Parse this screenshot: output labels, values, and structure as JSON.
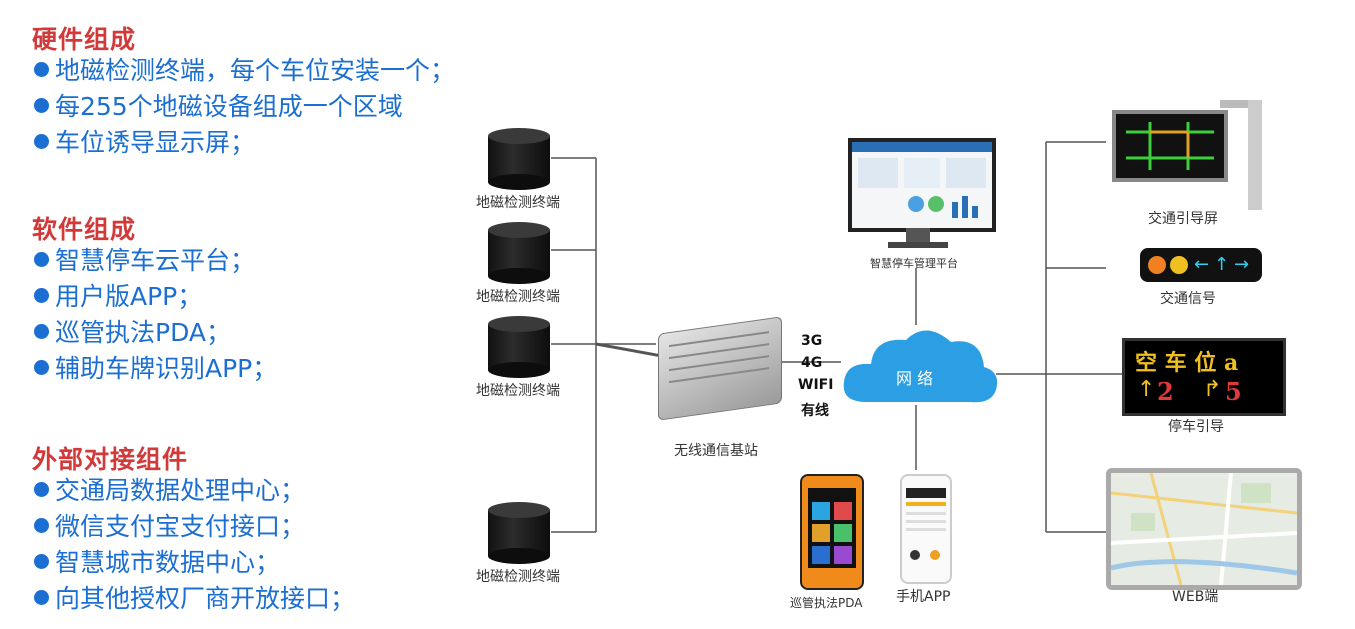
{
  "sections": [
    {
      "title": "硬件组成",
      "items": [
        "地磁检测终端，每个车位安装一个；",
        "每255个地磁设备组成一个区域",
        "车位诱导显示屏；"
      ]
    },
    {
      "title": "软件组成",
      "items": [
        "智慧停车云平台；",
        "用户版APP；",
        "巡管执法PDA；",
        "辅助车牌识别APP；"
      ]
    },
    {
      "title": "外部对接组件",
      "items": [
        "交通局数据处理中心；",
        "微信支付宝支付接口；",
        "智慧城市数据中心；",
        "向其他授权厂商开放接口；"
      ]
    }
  ],
  "diagram": {
    "sensor_label": "地磁检测终端",
    "base_station_label": "无线通信基站",
    "platform_label": "智慧停车管理平台",
    "cloud_label": "网 络",
    "links": [
      "3G",
      "4G",
      "WIFI",
      "有线"
    ],
    "pda_label": "巡管执法PDA",
    "app_label": "手机APP",
    "traffic_screen_label": "交通引导屏",
    "traffic_signal_label": "交通信号",
    "parking_guide_label": "停车引导",
    "web_label": "WEB端",
    "guide_screen": {
      "line1": "空 车 位 a",
      "num1": "2",
      "num2": "5"
    }
  },
  "colors": {
    "title_red": "#d23a3a",
    "text_blue": "#1b6fd2",
    "cloud_blue": "#2c9fe4"
  }
}
